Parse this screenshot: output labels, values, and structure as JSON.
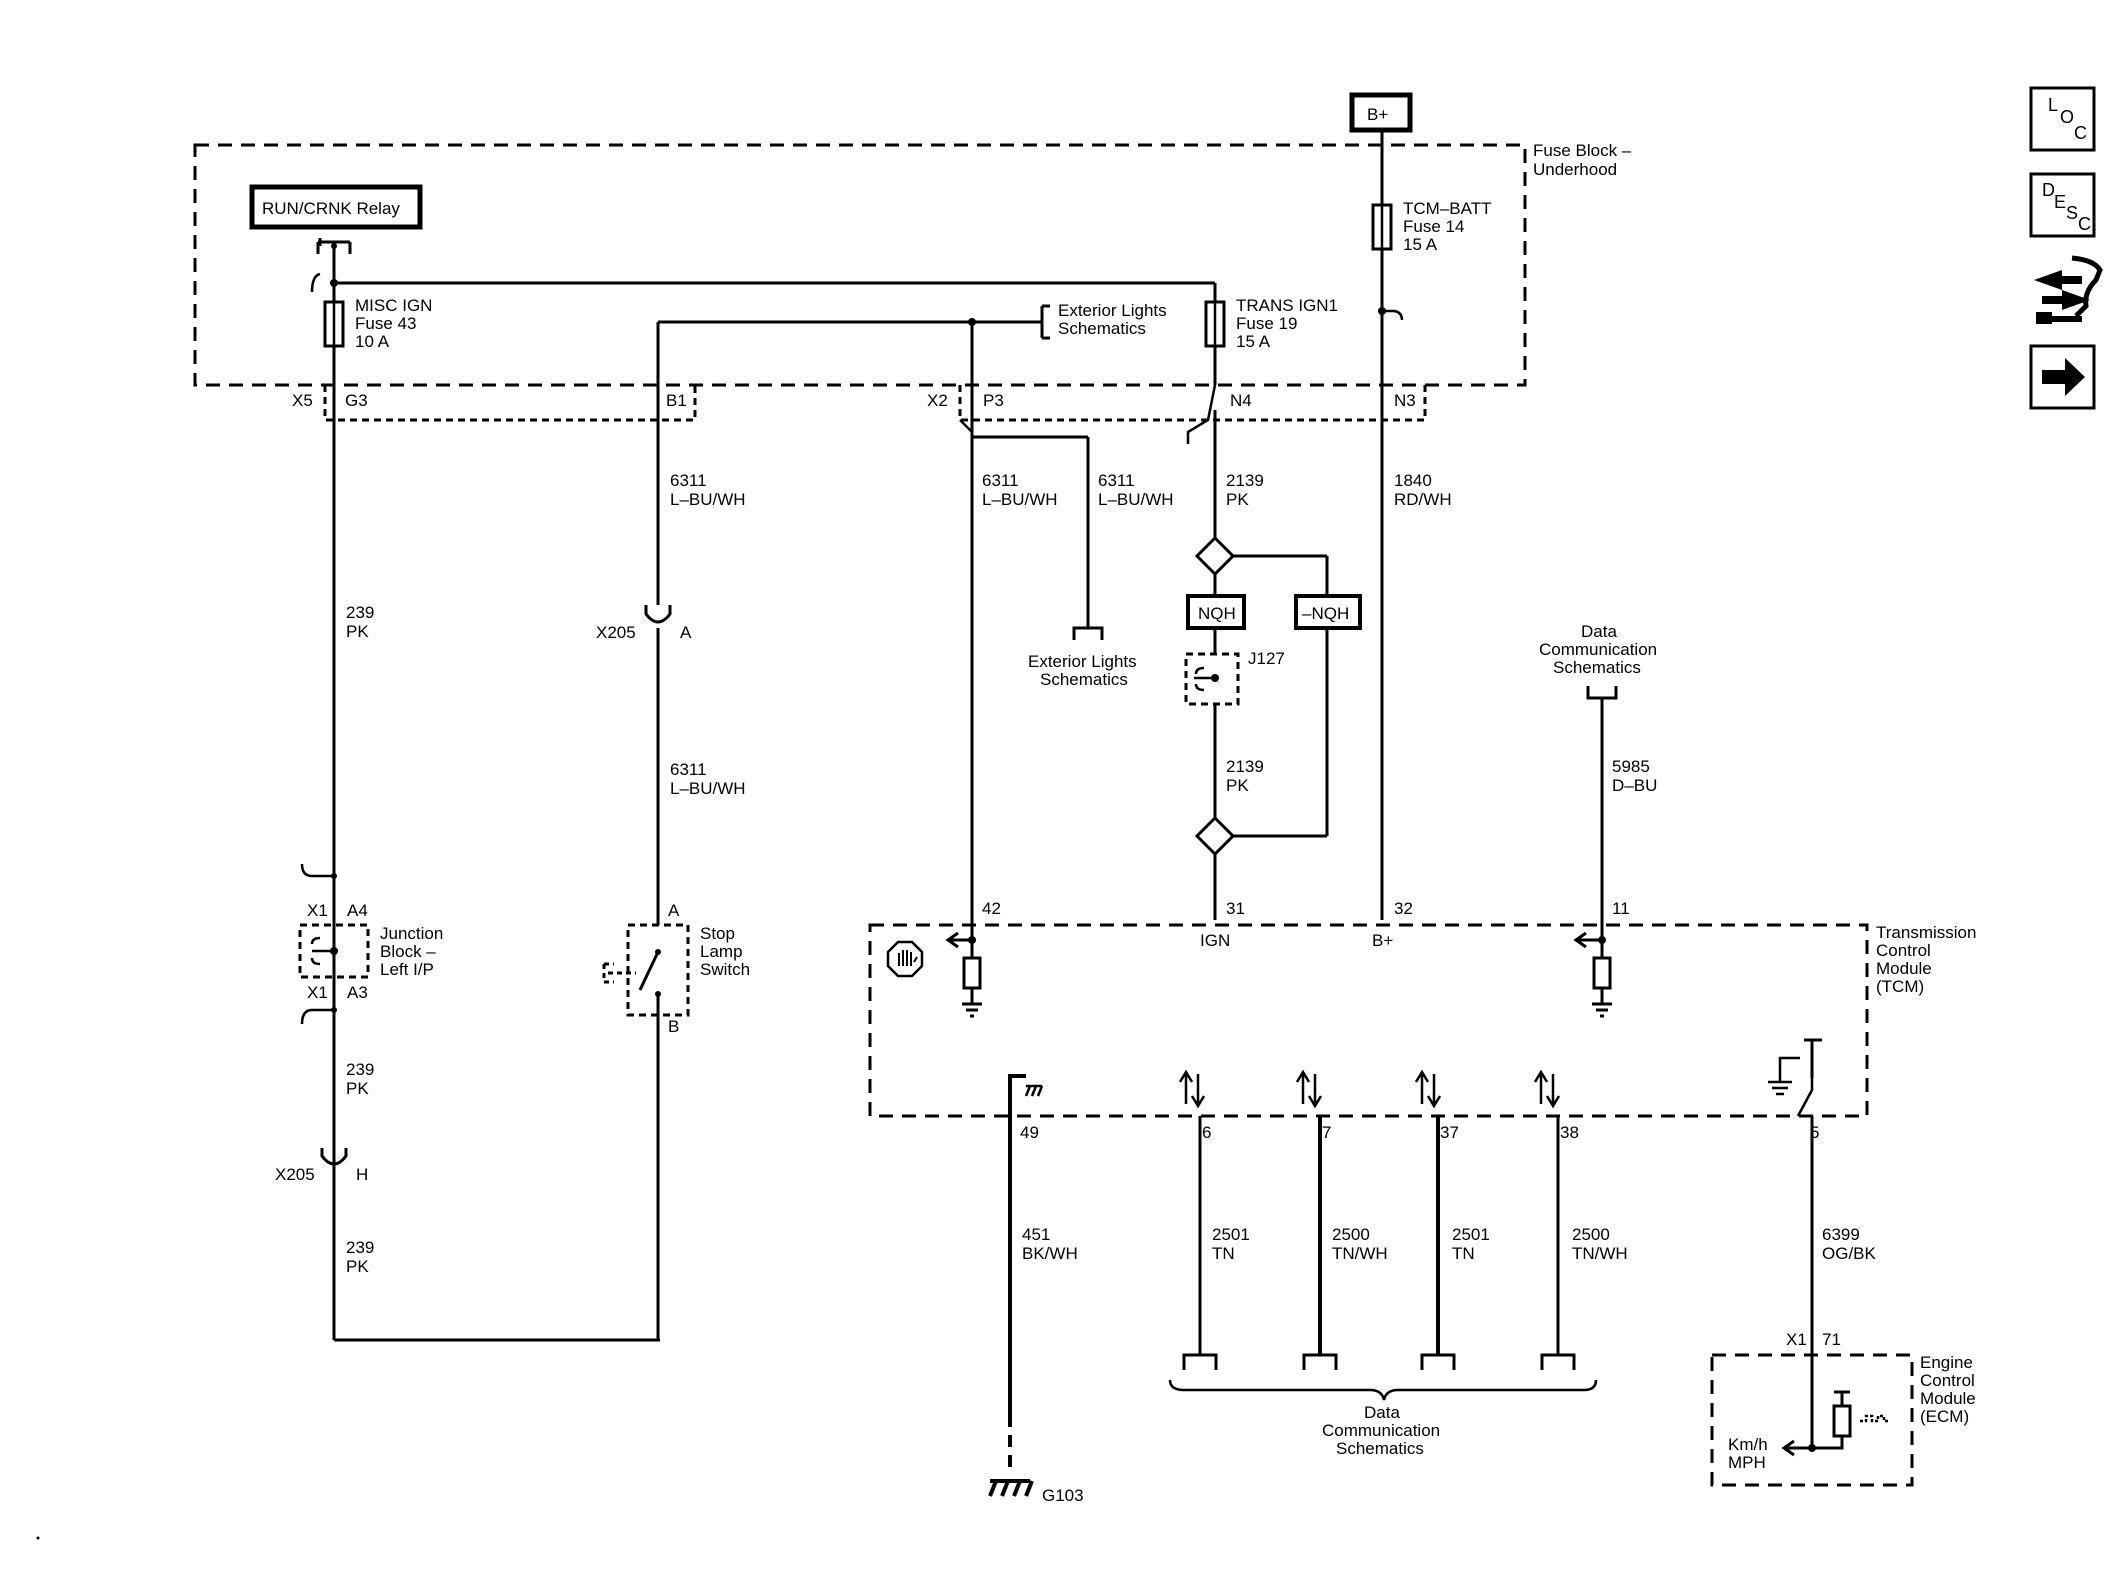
{
  "nav": {
    "loc": {
      "l": "L",
      "o": "O",
      "c": "C"
    },
    "desc": {
      "d": "D",
      "e": "E",
      "s": "S",
      "c": "C"
    },
    "service_icon": "wrench-arrows-icon",
    "next_icon": "arrow-right-icon"
  },
  "power": {
    "label": "B+"
  },
  "fuse_block": {
    "title_line1": "Fuse Block –",
    "title_line2": "Underhood",
    "relay_label": "RUN/CRNK Relay",
    "misc_fuse": [
      "MISC IGN",
      "Fuse 43",
      "10 A"
    ],
    "trans_fuse": [
      "TRANS IGN1",
      "Fuse 19",
      "15 A"
    ],
    "tcm_fuse": [
      "TCM–BATT",
      "Fuse 14",
      "15 A"
    ],
    "ext_lights_ref": [
      "Exterior Lights",
      "Schematics"
    ],
    "conn_x5": "X5",
    "pin_g3": "G3",
    "pin_b1": "B1",
    "conn_x2": "X2",
    "pin_p3": "P3",
    "pin_n4": "N4",
    "pin_n3": "N3"
  },
  "wires": {
    "w239a": [
      "239",
      "PK"
    ],
    "w239b": [
      "239",
      "PK"
    ],
    "w239c": [
      "239",
      "PK"
    ],
    "w6311a": [
      "6311",
      "L–BU/WH"
    ],
    "w6311b": [
      "6311",
      "L–BU/WH"
    ],
    "w6311c": [
      "6311",
      "L–BU/WH"
    ],
    "w6311d": [
      "6311",
      "L–BU/WH"
    ],
    "w2139a": [
      "2139",
      "PK"
    ],
    "w2139b": [
      "2139",
      "PK"
    ],
    "w1840": [
      "1840",
      "RD/WH"
    ],
    "w5985": [
      "5985",
      "D–BU"
    ],
    "w451": [
      "451",
      "BK/WH"
    ],
    "w2501a": [
      "2501",
      "TN"
    ],
    "w2500a": [
      "2500",
      "TN/WH"
    ],
    "w2501b": [
      "2501",
      "TN"
    ],
    "w2500b": [
      "2500",
      "TN/WH"
    ],
    "w6399": [
      "6399",
      "OG/BK"
    ]
  },
  "x205": {
    "label_a": "X205",
    "pin_a": "A",
    "label_h": "X205",
    "pin_h": "H"
  },
  "junction_block": {
    "lines": [
      "Junction",
      "Block –",
      "Left I/P"
    ],
    "x1_top": "X1",
    "pin_a4": "A4",
    "x1_bot": "X1",
    "pin_a3": "A3"
  },
  "stop_lamp": {
    "lines": [
      "Stop",
      "Lamp",
      "Switch"
    ],
    "pin_a": "A",
    "pin_b": "B"
  },
  "ext_lights_ref2": [
    "Exterior Lights",
    "Schematics"
  ],
  "options": {
    "nqh": "NQH",
    "not_nqh": "–NQH",
    "j127": "J127"
  },
  "data_comm_top": [
    "Data",
    "Communication",
    "Schematics"
  ],
  "data_comm_bottom": [
    "Data",
    "Communication",
    "Schematics"
  ],
  "tcm": {
    "lines": [
      "Transmission",
      "Control",
      "Module",
      "(TCM)"
    ],
    "pin42": "42",
    "pin31": "31",
    "pin32": "32",
    "pin11": "11",
    "ign": "IGN",
    "bplus": "B+",
    "pin49": "49",
    "pin6": "6",
    "pin7": "7",
    "pin37": "37",
    "pin38": "38",
    "pin5": "5"
  },
  "ecm": {
    "lines": [
      "Engine",
      "Control",
      "Module",
      "(ECM)"
    ],
    "x1": "X1",
    "pin71": "71",
    "speed": [
      "Km/h",
      "MPH"
    ]
  },
  "ground": {
    "label": "G103"
  }
}
